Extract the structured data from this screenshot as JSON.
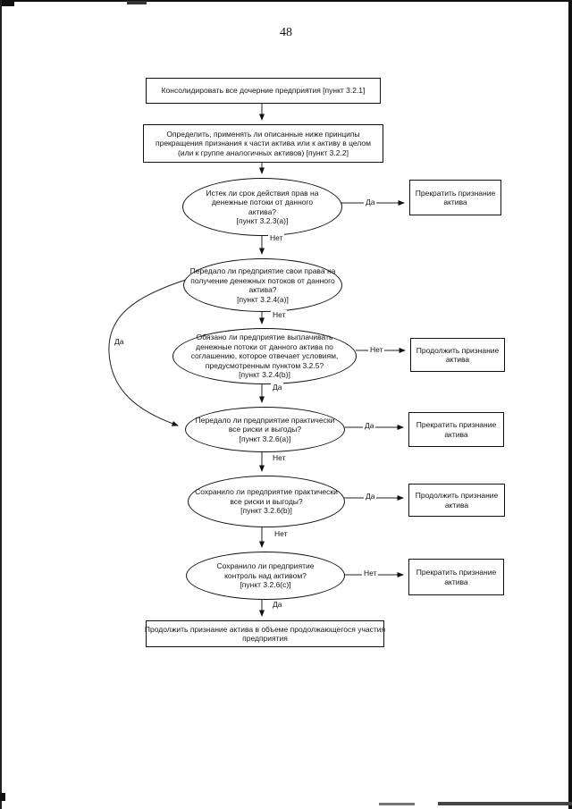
{
  "page": {
    "number": "48"
  },
  "colors": {
    "ink": "#111111",
    "background": "#ffffff"
  },
  "nodes": {
    "consolidate": {
      "lines": [
        "Консолидировать все дочерние предприятия [пункт 3.2.1]"
      ]
    },
    "determine": {
      "lines": [
        "Определить, применять ли описанные ниже принципы",
        "прекращения признания к части актива или к активу в целом",
        "(или к группе аналогичных активов) [пункт 3.2.2]"
      ]
    },
    "q_rights_expired": {
      "lines": [
        "Истек ли срок действия прав на",
        "денежные потоки от данного",
        "актива?",
        "[пункт 3.2.3(а)]"
      ]
    },
    "q_transferred_rights": {
      "lines": [
        "Передало ли предприятие свои права на",
        "получение денежных потоков от данного",
        "актива?",
        "[пункт 3.2.4(а)]"
      ]
    },
    "q_obligation_pay": {
      "lines": [
        "Обязано ли предприятие выплачивать",
        "денежные потоки от данного актива по",
        "соглашению, которое отвечает условиям,",
        "предусмотренным пунктом 3.2.5?",
        "[пункт 3.2.4(b)]"
      ]
    },
    "q_transferred_risks": {
      "lines": [
        "Передало ли предприятие практически",
        "все риски и выгоды?",
        "[пункт 3.2.6(а)]"
      ]
    },
    "q_retained_risks": {
      "lines": [
        "Сохранило ли предприятие практически",
        "все риски и выгоды?",
        "[пункт 3.2.6(b)]"
      ]
    },
    "q_retained_control": {
      "lines": [
        "Сохранило ли предприятие",
        "контроль над активом?",
        "[пункт 3.2.6(с)]"
      ]
    },
    "continuing_involvement": {
      "lines": [
        "Продолжить признание актива в объеме продолжающегося участия",
        "предприятия"
      ]
    }
  },
  "outcomes": {
    "derecognize": [
      "Прекратить признание",
      "актива"
    ],
    "continue": [
      "Продолжить признание",
      "актива"
    ]
  },
  "edges": {
    "expired_yes": "Да",
    "expired_no": "Нет",
    "transferred_skip_yes": "Да",
    "transferred_no": "Нет",
    "obligation_no": "Нет",
    "obligation_yes": "Да",
    "risks_transferred_yes": "Да",
    "risks_transferred_no": "Нет",
    "risks_retained_yes": "Да",
    "risks_retained_no": "Нет",
    "control_no": "Нет",
    "control_yes": "Да"
  }
}
